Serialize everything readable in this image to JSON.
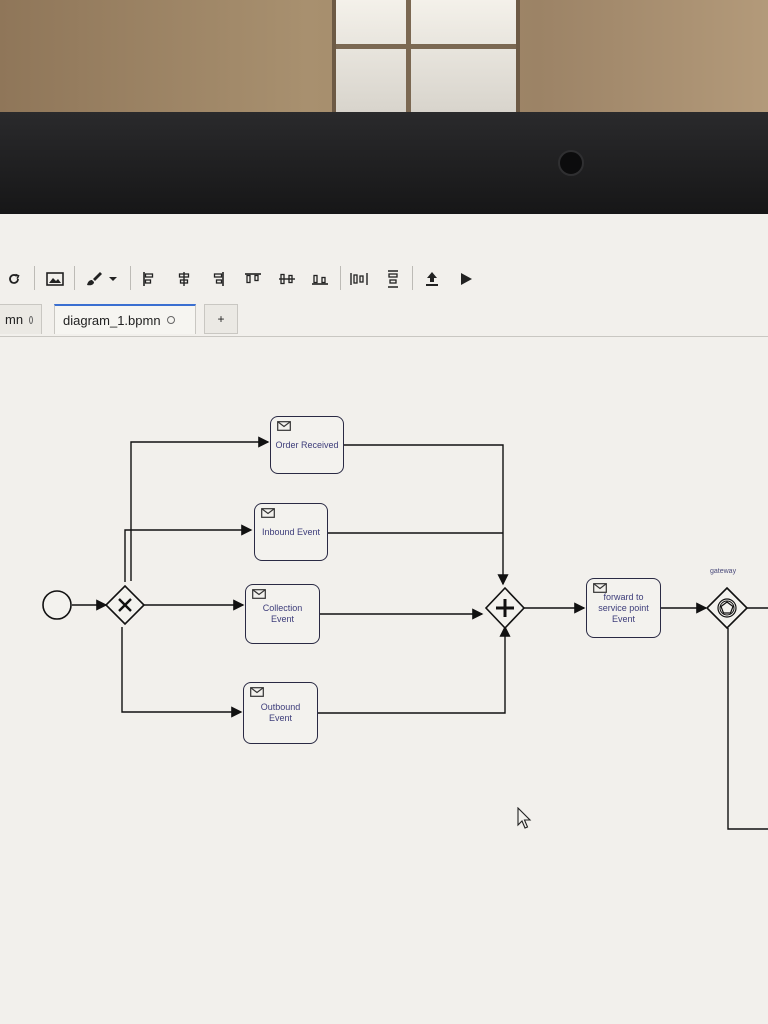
{
  "toolbar": {
    "buttons": [
      {
        "icon": "redo-icon"
      },
      {
        "icon": "image-icon"
      },
      {
        "icon": "paint-brush-icon"
      },
      {
        "icon": "dropdown-caret-icon"
      },
      {
        "icon": "align-left-icon"
      },
      {
        "icon": "align-center-icon"
      },
      {
        "icon": "align-right-icon"
      },
      {
        "icon": "align-top-icon"
      },
      {
        "icon": "align-middle-icon"
      },
      {
        "icon": "align-bottom-icon"
      },
      {
        "icon": "distribute-horizontal-icon"
      },
      {
        "icon": "distribute-vertical-icon"
      },
      {
        "icon": "deploy-icon"
      },
      {
        "icon": "run-icon"
      }
    ]
  },
  "tabs": {
    "items": [
      {
        "label": "mn"
      },
      {
        "label": "diagram_1.bpmn"
      }
    ],
    "add_label": "+"
  },
  "diagram": {
    "tasks": {
      "order_received": "Order Received",
      "inbound_event": "Inbound Event",
      "collection_event": "Collection Event",
      "outbound_event": "Outbound Event",
      "forward": "forward to service point Event"
    },
    "gateway_label": "gateway"
  }
}
